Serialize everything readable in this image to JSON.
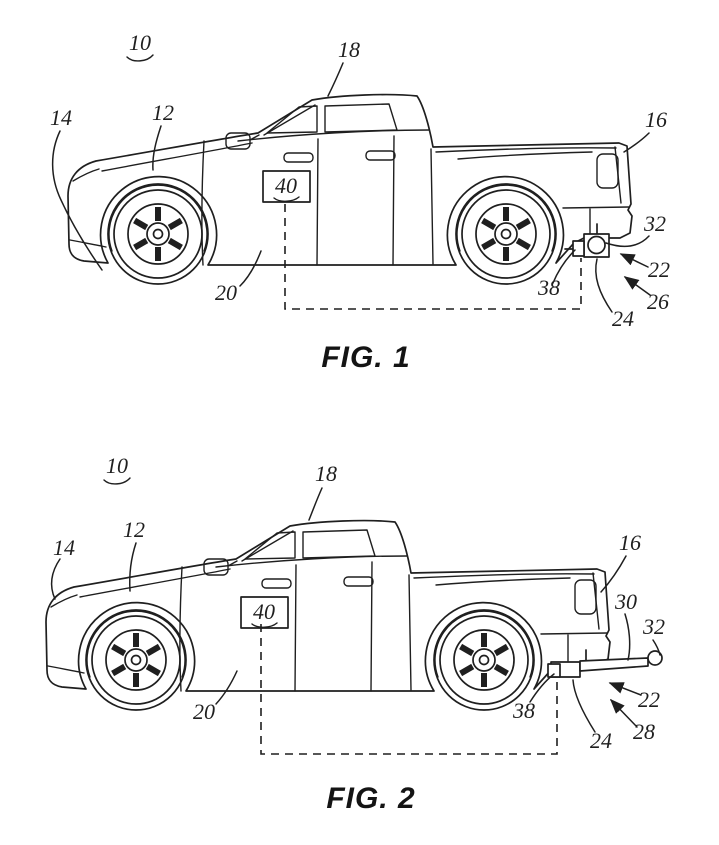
{
  "sheet": {
    "background": "#ffffff",
    "ink_color": "#1f1f1f",
    "description": "Patent drawing sheet with two side views of a pickup truck showing a retractable trailer hitch (stowed in FIG. 1, extended in FIG. 2)"
  },
  "fig1": {
    "caption": "FIG. 1",
    "refs": {
      "r10": "10",
      "r12": "12",
      "r14": "14",
      "r16": "16",
      "r18": "18",
      "r20": "20",
      "r22": "22",
      "r24": "24",
      "r26": "26",
      "r32": "32",
      "r38": "38",
      "r40": "40"
    }
  },
  "fig2": {
    "caption": "FIG. 2",
    "refs": {
      "r10": "10",
      "r12": "12",
      "r14": "14",
      "r16": "16",
      "r18": "18",
      "r20": "20",
      "r22": "22",
      "r24": "24",
      "r28": "28",
      "r30": "30",
      "r32": "32",
      "r38": "38",
      "r40": "40"
    }
  }
}
